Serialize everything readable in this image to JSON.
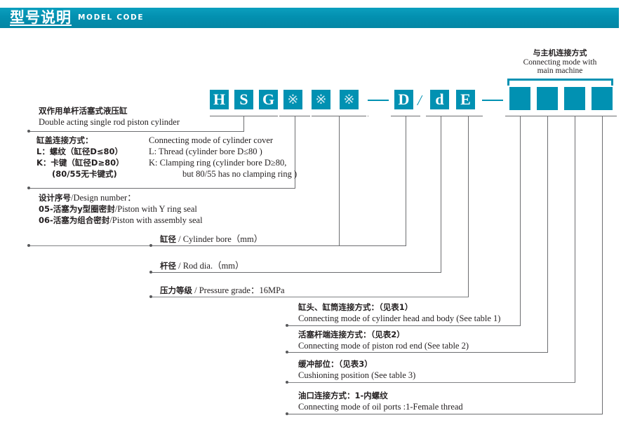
{
  "header": {
    "title_cn": "型号说明",
    "title_en": "MODEL CODE",
    "bar_color": "#0390b0"
  },
  "code_string": {
    "boxes": [
      {
        "id": "box-h",
        "text": "H"
      },
      {
        "id": "box-s",
        "text": "S"
      },
      {
        "id": "box-g",
        "text": "G"
      },
      {
        "id": "box-star-1",
        "text": "※"
      },
      {
        "id": "box-star-2",
        "text": "※"
      },
      {
        "id": "box-star-3",
        "text": "※"
      },
      {
        "id": "box-d-upper",
        "text": "D"
      },
      {
        "id": "box-d-lower",
        "text": "d"
      },
      {
        "id": "box-e",
        "text": "E"
      }
    ],
    "separator": "/",
    "box_color": "#0191b2",
    "blank_boxes": 4
  },
  "bracket": {
    "title_cn": "与主机连接方式",
    "title_en_line1": "Connecting mode with",
    "title_en_line2": "main machine"
  },
  "callouts": {
    "product": {
      "cn": "双作用单杆活塞式液压缸",
      "en": "Double acting single rod piston cylinder"
    },
    "cover": {
      "cn_title": "缸盖连接方式：",
      "en_title": "Connecting mode of cylinder cover",
      "cn_l": "L：螺纹（缸径D≤80）",
      "en_l": "L: Thread (cylinder bore D≤80 )",
      "cn_k": "K：卡键（缸径D≥80）",
      "en_k": "K: Clamping ring (cylinder bore D≥80,",
      "cn_k2": "(80/55无卡键式)",
      "en_k2": "but 80/55 has no clamping ring )"
    },
    "design": {
      "line1_cn": "设计序号",
      "line1_en": "/Design number：",
      "line2": "05-活塞为y型圈密封",
      "line2_en": "/Piston with Y ring seal",
      "line3": "06-活塞为组合密封",
      "line3_en": "/Piston with assembly seal"
    },
    "bore": {
      "cn": "缸径",
      "en": " / Cylinder bore（mm）"
    },
    "rod": {
      "cn": "杆径",
      "en": " / Rod dia.（mm）"
    },
    "pressure": {
      "cn": "压力等级",
      "en": " / Pressure grade：16MPa"
    },
    "head_body": {
      "cn": "缸头、缸筒连接方式：（见表1）",
      "en": "Connecting mode of cylinder head and body (See table 1)"
    },
    "rod_end": {
      "cn": "活塞杆端连接方式：（见表2）",
      "en": "Connecting mode of piston rod end (See table 2)"
    },
    "cushion": {
      "cn": "缓冲部位：（见表3）",
      "en": "Cushioning position (See table 3)"
    },
    "oil_port": {
      "cn": "油口连接方式：1-内螺纹",
      "en": "Connecting mode of oil ports :1-Female thread"
    }
  }
}
